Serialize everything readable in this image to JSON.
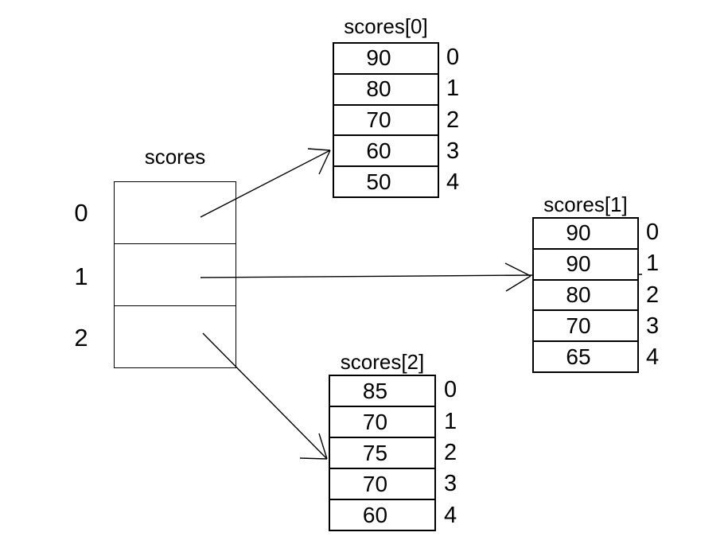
{
  "background": "#ffffff",
  "ink": "#000000",
  "pointer_array": {
    "title": "scores",
    "cell_labels": [
      "0",
      "1",
      "2"
    ]
  },
  "arrays": [
    {
      "title": "scores[0]",
      "values": [
        "90",
        "80",
        "70",
        "60",
        "50"
      ],
      "indices": [
        "0",
        "1",
        "2",
        "3",
        "4"
      ]
    },
    {
      "title": "scores[1]",
      "values": [
        "90",
        "90",
        "80",
        "70",
        "65"
      ],
      "indices": [
        "0",
        "1",
        "2",
        "3",
        "4"
      ]
    },
    {
      "title": "scores[2]",
      "values": [
        "85",
        "70",
        "75",
        "70",
        "60"
      ],
      "indices": [
        "0",
        "1",
        "2",
        "3",
        "4"
      ]
    }
  ]
}
